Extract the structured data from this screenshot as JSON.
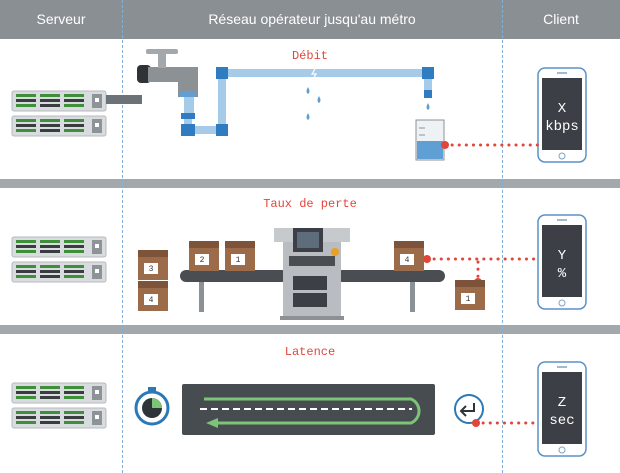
{
  "header": {
    "col_server": "Serveur",
    "col_network": "Réseau opérateur jusqu'au métro",
    "col_client": "Client"
  },
  "rows": {
    "throughput": {
      "title": "Débit",
      "phone_line1": "X",
      "phone_line2": "kbps"
    },
    "loss": {
      "title": "Taux de perte",
      "phone_line1": "Y",
      "phone_line2": "%"
    },
    "latency": {
      "title": "Latence",
      "phone_line1": "Z",
      "phone_line2": "sec"
    }
  },
  "boxes": {
    "left_top": "3",
    "left_bottom": "4",
    "belt_a": "2",
    "belt_b": "1",
    "belt_right": "4",
    "dropped": "1"
  },
  "colors": {
    "header": "#8a8f94",
    "separator": "#a3a8ad",
    "accent_red": "#e2463b",
    "pipe_blue": "#5f9fd3",
    "phone_body": "#3c4046",
    "belt": "#4a4e53",
    "green_arrow": "#7cc576"
  }
}
